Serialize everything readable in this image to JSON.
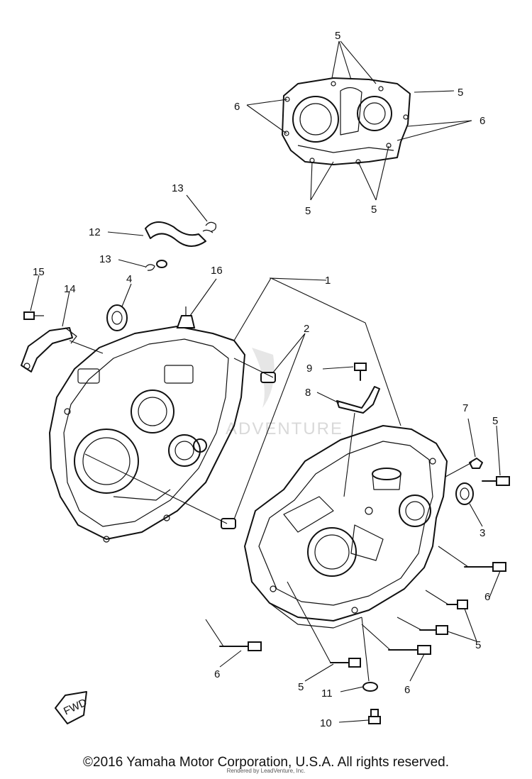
{
  "callouts": {
    "c1": "1",
    "c2": "2",
    "c3": "3",
    "c4": "4",
    "c5": "5",
    "c6": "6",
    "c7": "7",
    "c8": "8",
    "c9": "9",
    "c10": "10",
    "c11": "11",
    "c12": "12",
    "c13": "13",
    "c14": "14",
    "c15": "15",
    "c16": "16"
  },
  "watermark": "ADVENTURE",
  "fwd_label": "FWD",
  "footer": {
    "copyright": "©2016 Yamaha Motor Corporation, U.S.A. All rights reserved.",
    "rendered": "Rendered by LeadVenture, Inc."
  }
}
